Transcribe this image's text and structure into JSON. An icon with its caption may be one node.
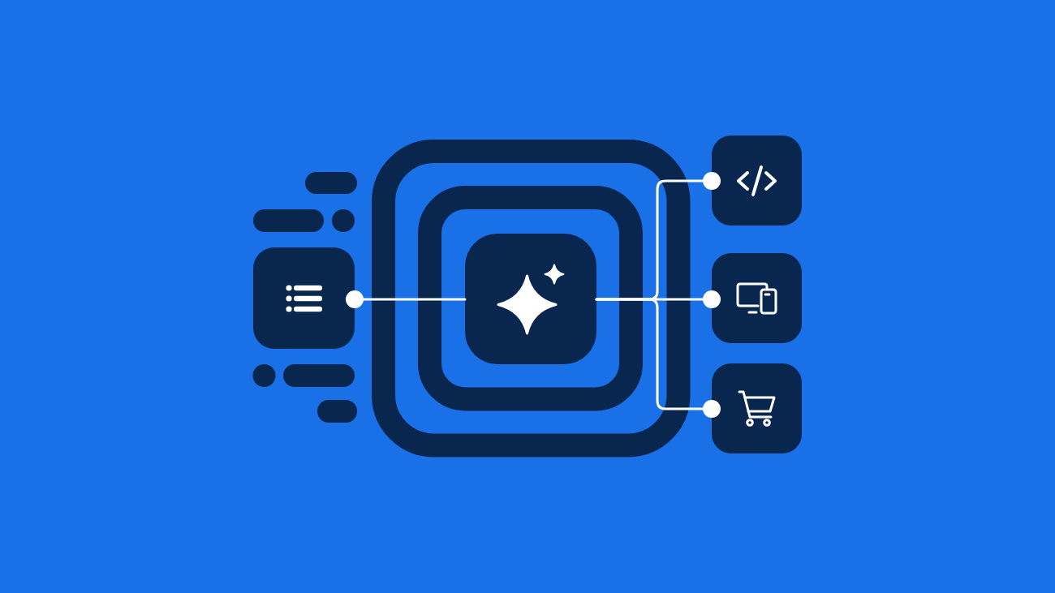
{
  "diagram": {
    "nodes": [
      {
        "text": [],
        "shape": "box"
      },
      {
        "text": [],
        "shape": "box"
      },
      {
        "text": [],
        "shape": "box"
      },
      {
        "text": [],
        "shape": "box"
      },
      {
        "text": [],
        "shape": "box"
      }
    ],
    "edges": [
      {
        "from": 1,
        "to": 0,
        "arrow": "other"
      },
      {
        "from": 1,
        "to": 2,
        "arrow": "other"
      },
      {
        "from": 1,
        "to": 3,
        "arrow": "other"
      },
      {
        "from": 1,
        "to": 4,
        "arrow": "other"
      }
    ]
  }
}
